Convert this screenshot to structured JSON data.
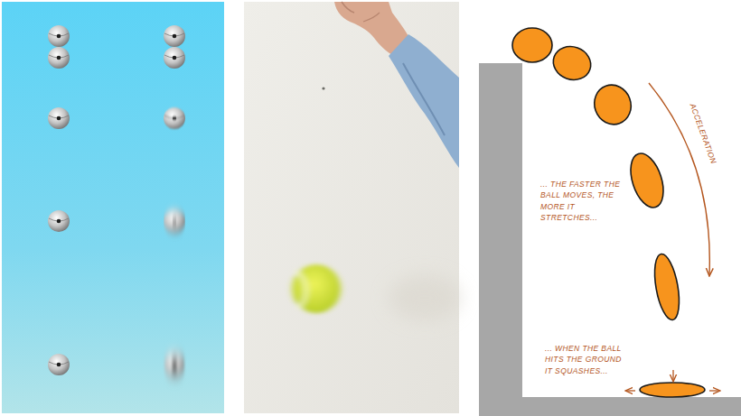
{
  "diagram": {
    "labels": [
      "... THE FASTER THE BALL MOVES, THE MORE IT STRETCHES...",
      "... WHEN THE BALL HITS THE GROUND IT SQUASHES...",
      "ACCELERATION"
    ]
  }
}
